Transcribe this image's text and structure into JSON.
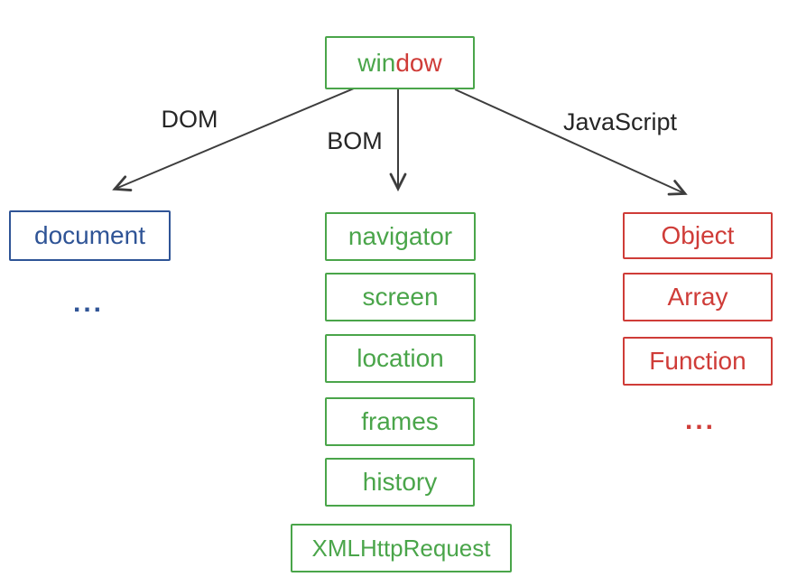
{
  "root": {
    "parts": [
      {
        "text": "win",
        "color": "#4AA54A"
      },
      {
        "text": "dow",
        "color": "#CF3C38"
      }
    ]
  },
  "branches": [
    {
      "label": "DOM",
      "box_color": "#2F5496",
      "items": [
        {
          "label": "document"
        }
      ],
      "more": "..."
    },
    {
      "label": "BOM",
      "box_color": "#4AA54A",
      "items": [
        {
          "label": "navigator"
        },
        {
          "label": "screen"
        },
        {
          "label": "location"
        },
        {
          "label": "frames"
        },
        {
          "label": "history"
        },
        {
          "label": "XMLHttpRequest"
        }
      ]
    },
    {
      "label": "JavaScript",
      "box_color": "#CF3C38",
      "items": [
        {
          "label": "Object"
        },
        {
          "label": "Array"
        },
        {
          "label": "Function"
        }
      ],
      "more": "..."
    }
  ],
  "colors": {
    "green": "#4AA54A",
    "red": "#CF3C38",
    "blue": "#2F5496",
    "arrow": "#3D3D3D",
    "label_text": "#262626",
    "background": "#FFFFFF"
  }
}
